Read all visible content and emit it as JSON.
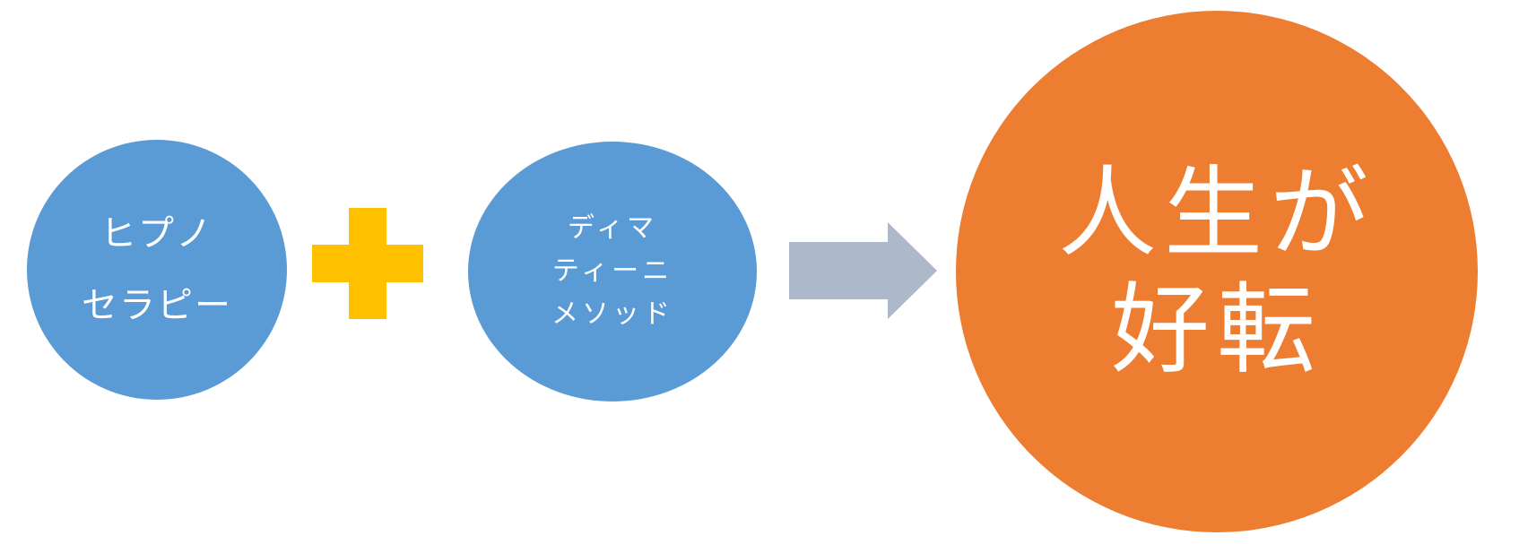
{
  "colors": {
    "circle_blue": "#5B9BD5",
    "plus_yellow": "#FFC000",
    "arrow_gray": "#ADB9CA",
    "result_orange": "#ED7D31",
    "text_white": "#FFFFFF"
  },
  "diagram": {
    "left_circle": {
      "lines": [
        "ヒプノ",
        "セラピー"
      ]
    },
    "operator": {
      "icon": "plus-icon"
    },
    "middle_circle": {
      "lines": [
        "ディマ",
        "ティーニ",
        "メソッド"
      ]
    },
    "connector": {
      "icon": "right-arrow-icon"
    },
    "result_circle": {
      "lines": [
        "人生が",
        "好転"
      ]
    }
  }
}
